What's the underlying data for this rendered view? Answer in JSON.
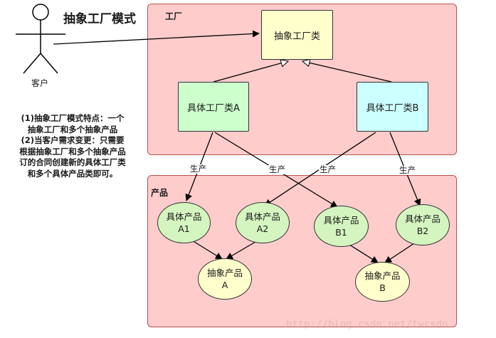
{
  "title": "抽象工厂模式",
  "actor": {
    "label": "客户"
  },
  "factory_region": {
    "label": "工厂"
  },
  "product_region": {
    "label": "产品"
  },
  "abstract_factory": {
    "label": "抽象工厂类"
  },
  "concrete_factory_a": {
    "label": "具体工厂类A"
  },
  "concrete_factory_b": {
    "label": "具体工厂类B"
  },
  "products": {
    "a1": {
      "line1": "具体产品",
      "line2": "A1"
    },
    "a2": {
      "line1": "具体产品",
      "line2": "A2"
    },
    "b1": {
      "line1": "具体产品",
      "line2": "B1"
    },
    "b2": {
      "line1": "具体产品",
      "line2": "B2"
    },
    "abstract_a": {
      "line1": "抽象产品",
      "line2": "A"
    },
    "abstract_b": {
      "line1": "抽象产品",
      "line2": "B"
    }
  },
  "edge_labels": {
    "produce_1": "生产",
    "produce_2": "生产",
    "produce_3": "生产",
    "produce_4": "生产"
  },
  "notes": [
    "(1)抽象工厂模式特点：一个",
    "抽象工厂和多个抽象产品",
    "(2)当客户需求变更：只需要",
    "根据抽象工厂和多个抽象产品",
    "订的合同创建新的具体工厂类",
    "和多个具体产品类即可。"
  ],
  "watermark": "http://blog.csdn.net/twcsdn",
  "colors": {
    "region_fill": "#ffcccc",
    "region_border": "#b85450",
    "abstract_fill": "#ffffcc",
    "factory_a_fill": "#ccffcc",
    "factory_b_fill": "#ccffff",
    "product_fill": "#d5f5c0",
    "abstract_product_fill": "#ffffcc"
  }
}
